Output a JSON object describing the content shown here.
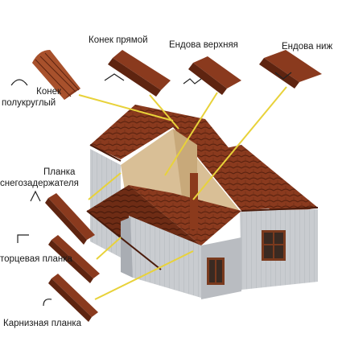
{
  "labels": {
    "ridge_round_1": "Конек",
    "ridge_round_2": "полукруглый",
    "ridge_straight": "Конек прямой",
    "valley_top": "Ендова верхняя",
    "valley_bottom": "Ендова ниж",
    "snow_guard_1": "Планка",
    "snow_guard_2": "снегозадержателя",
    "gable_trim": "торцевая планка",
    "eave_trim": "Карнизная планка"
  },
  "colors": {
    "roof": "#8a3a1e",
    "roof_dark": "#5e2410",
    "roof_light": "#a8512c",
    "wall": "#c9ccd0",
    "wall_shadow": "#a9adb3",
    "attic": "#d9bf96",
    "leader": "#e8d23a",
    "trim": "#8b3a1c",
    "window_frame": "#7a3a1e"
  }
}
